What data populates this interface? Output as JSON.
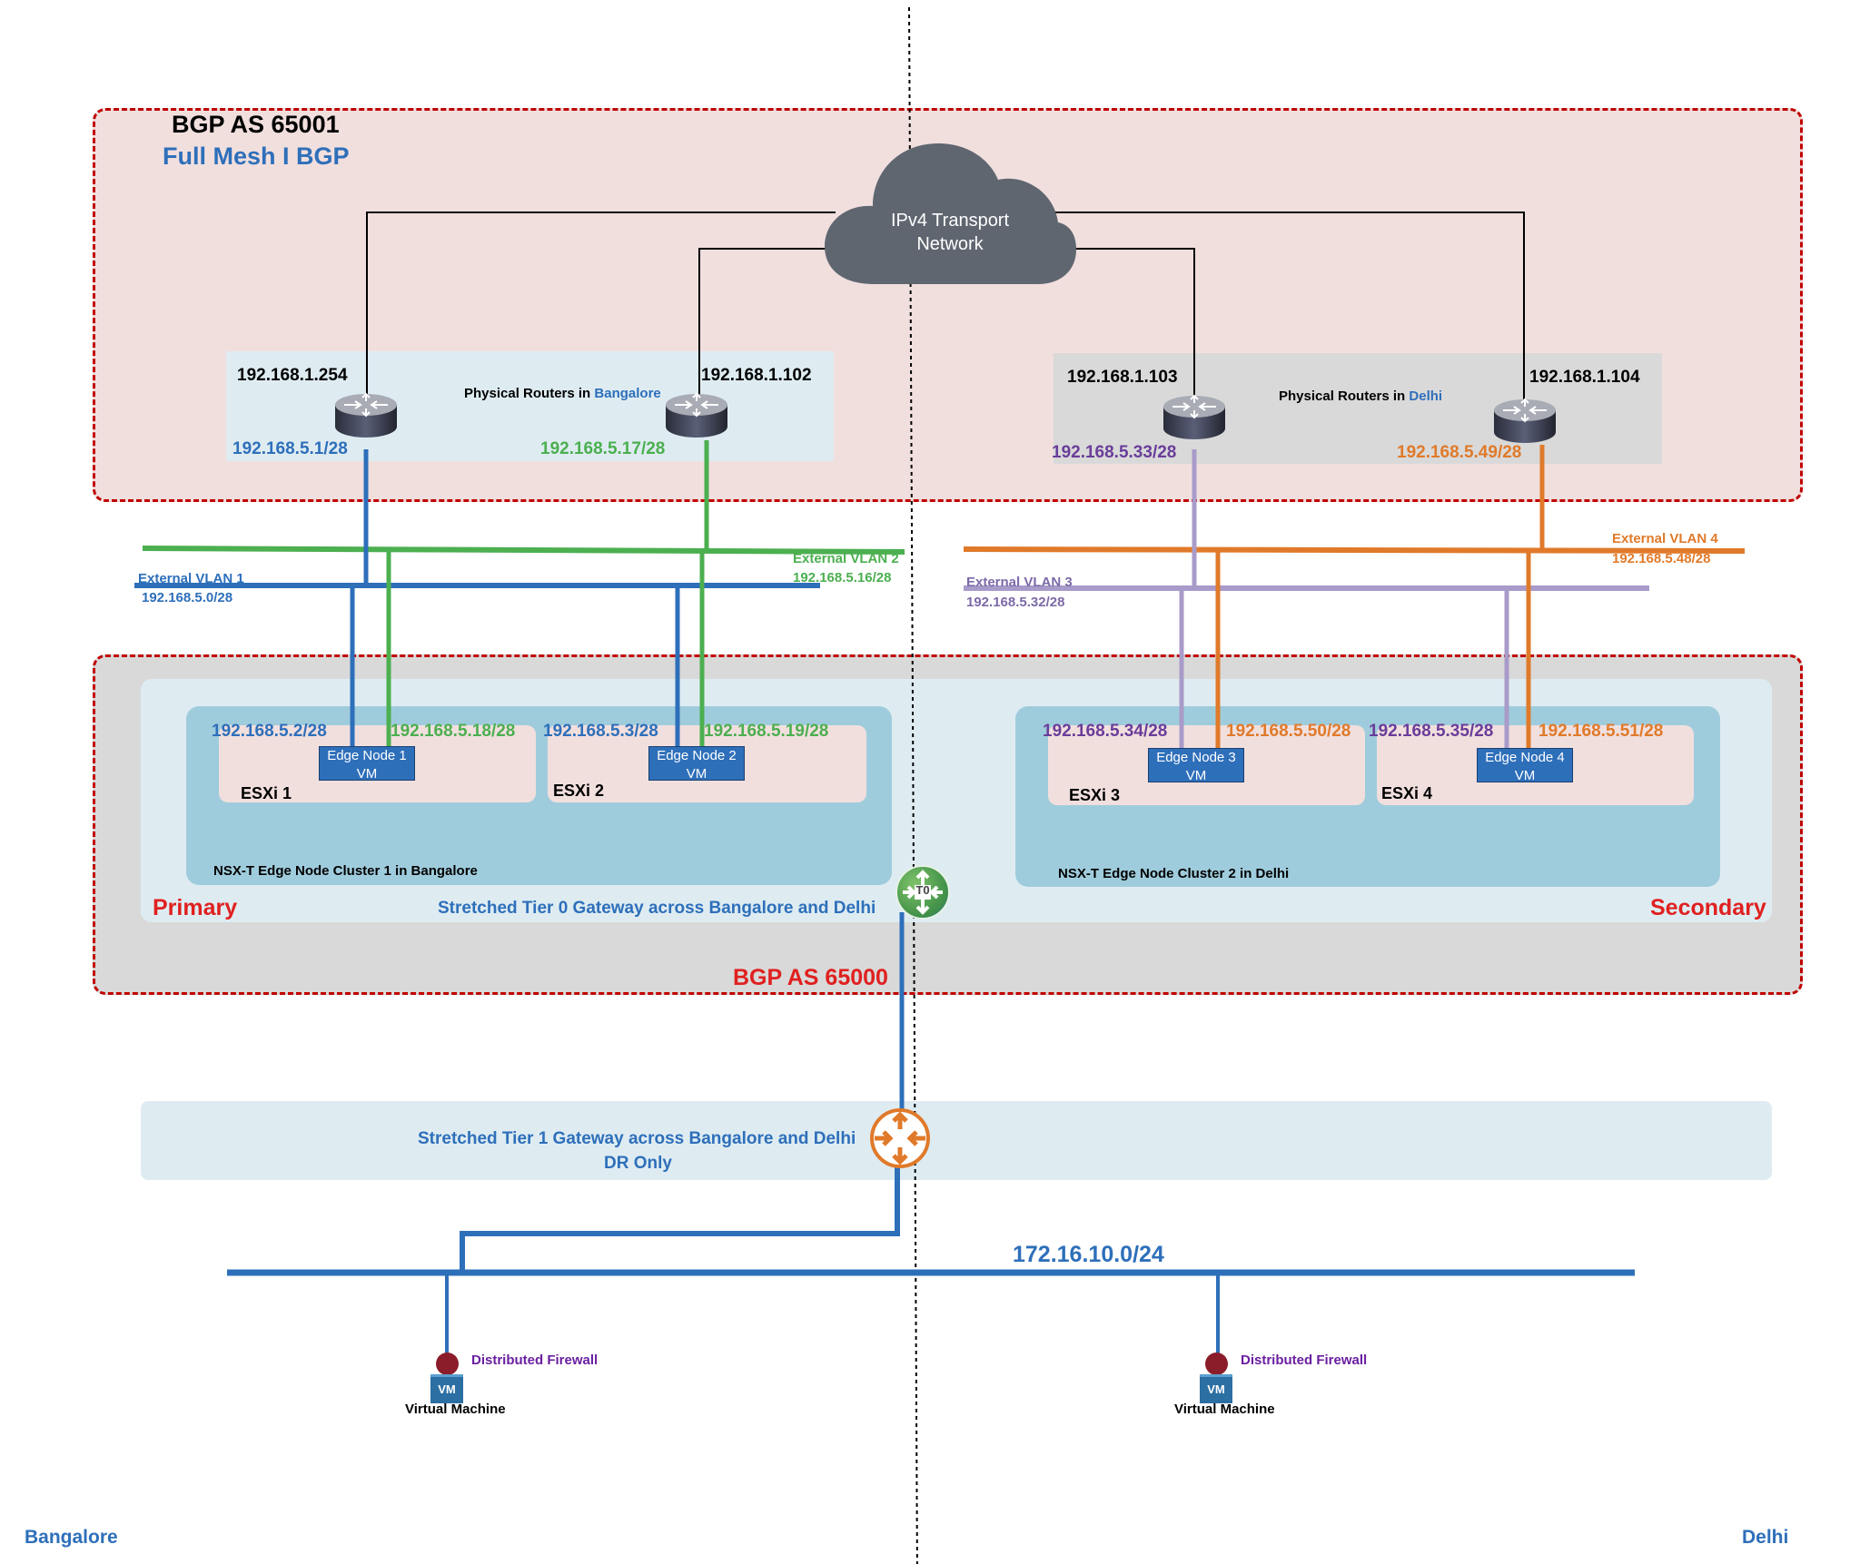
{
  "colors": {
    "vlan1": "#2e6fba",
    "vlan2": "#4caf50",
    "vlan3": "#a99bc9",
    "vlan4": "#e07a2a",
    "bgp_red": "#e02020",
    "cloud": "#5f6670"
  },
  "top_region": {
    "bgp_as": "BGP AS 65001",
    "mesh_label": "Full Mesh I BGP",
    "cloud": {
      "line1": "IPv4 Transport",
      "line2": "Network"
    }
  },
  "bangalore_routers": {
    "label_prefix": "Physical Routers in ",
    "label_site": "Bangalore",
    "router1": {
      "mgmt_ip": "192.168.1.254",
      "uplink_ip": "192.168.5.1/28"
    },
    "router2": {
      "mgmt_ip": "192.168.1.102",
      "uplink_ip": "192.168.5.17/28"
    }
  },
  "delhi_routers": {
    "label_prefix": "Physical Routers in ",
    "label_site": "Delhi",
    "router3": {
      "mgmt_ip": "192.168.1.103",
      "uplink_ip": "192.168.5.33/28"
    },
    "router4": {
      "mgmt_ip": "192.168.1.104",
      "uplink_ip": "192.168.5.49/28"
    }
  },
  "vlans": {
    "vlan1": {
      "name": "External VLAN 1",
      "subnet": "192.168.5.0/28"
    },
    "vlan2": {
      "name": "External VLAN 2",
      "subnet": "192.168.5.16/28"
    },
    "vlan3": {
      "name": "External VLAN 3",
      "subnet": "192.168.5.32/28"
    },
    "vlan4": {
      "name": "External VLAN 4",
      "subnet": "192.168.5.48/28"
    }
  },
  "edge_region": {
    "bgp_as": "BGP AS 65000",
    "primary": "Primary",
    "secondary": "Secondary",
    "tier0_label": "Stretched Tier 0 Gateway across Bangalore and Delhi",
    "tier0_icon_text": "T0",
    "cluster1": {
      "label": "NSX-T Edge Node Cluster 1 in Bangalore",
      "esxi": [
        {
          "name": "ESXi 1",
          "node_line1": "Edge Node 1",
          "node_line2": "VM",
          "ip_a": "192.168.5.2/28",
          "ip_b": "192.168.5.18/28"
        },
        {
          "name": "ESXi 2",
          "node_line1": "Edge Node 2",
          "node_line2": "VM",
          "ip_a": "192.168.5.3/28",
          "ip_b": "192.168.5.19/28"
        }
      ]
    },
    "cluster2": {
      "label": "NSX-T Edge Node Cluster 2 in Delhi",
      "esxi": [
        {
          "name": "ESXi 3",
          "node_line1": "Edge Node 3",
          "node_line2": "VM",
          "ip_a": "192.168.5.34/28",
          "ip_b": "192.168.5.50/28"
        },
        {
          "name": "ESXi 4",
          "node_line1": "Edge Node 4",
          "node_line2": "VM",
          "ip_a": "192.168.5.35/28",
          "ip_b": "192.168.5.51/28"
        }
      ]
    }
  },
  "tier1": {
    "line1": "Stretched Tier 1 Gateway across Bangalore and Delhi",
    "line2": "DR Only"
  },
  "segment": {
    "subnet": "172.16.10.0/24"
  },
  "workloads": [
    {
      "firewall": "Distributed Firewall",
      "vm_badge": "VM",
      "vm_label": "Virtual Machine"
    },
    {
      "firewall": "Distributed Firewall",
      "vm_badge": "VM",
      "vm_label": "Virtual Machine"
    }
  ],
  "sites": {
    "left": "Bangalore",
    "right": "Delhi"
  }
}
